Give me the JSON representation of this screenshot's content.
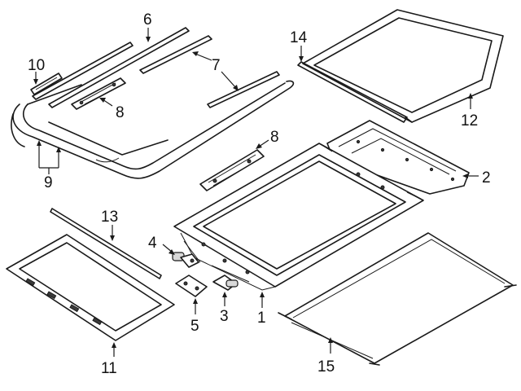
{
  "diagram": {
    "callouts": {
      "c1": "1",
      "c2": "2",
      "c3": "3",
      "c4": "4",
      "c5": "5",
      "c6": "6",
      "c7": "7",
      "c8a": "8",
      "c8b": "8",
      "c9": "9",
      "c10": "10",
      "c11": "11",
      "c12": "12",
      "c13": "13",
      "c14": "14",
      "c15": "15"
    }
  }
}
